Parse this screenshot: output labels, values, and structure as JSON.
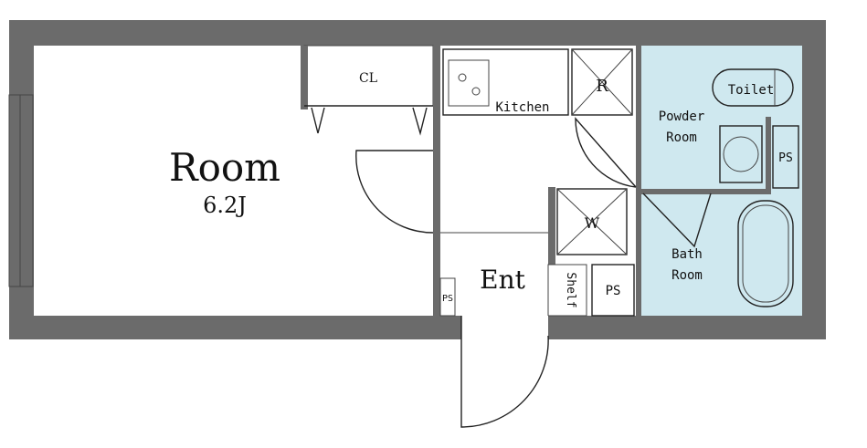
{
  "plan": {
    "room_label": "Room",
    "room_size": "6.2J",
    "closet_label": "CL",
    "kitchen_label": "Kitchen",
    "fridge_label": "R",
    "washer_label": "W",
    "entrance_label": "Ent",
    "shelf_label": "Shelf",
    "ps_label_small": "PS",
    "ps_label_mid": "PS",
    "ps_label_right": "PS",
    "powder_room_label_1": "Powder",
    "powder_room_label_2": "Room",
    "toilet_label": "Toilet",
    "bath_label_1": "Bath",
    "bath_label_2": "Room"
  },
  "colors": {
    "wall": "#6b6b6b",
    "closet": "#fbe3a6",
    "shelf": "#fbe3a6",
    "wet_area": "#cfe8ef",
    "floor": "#ffffff"
  }
}
